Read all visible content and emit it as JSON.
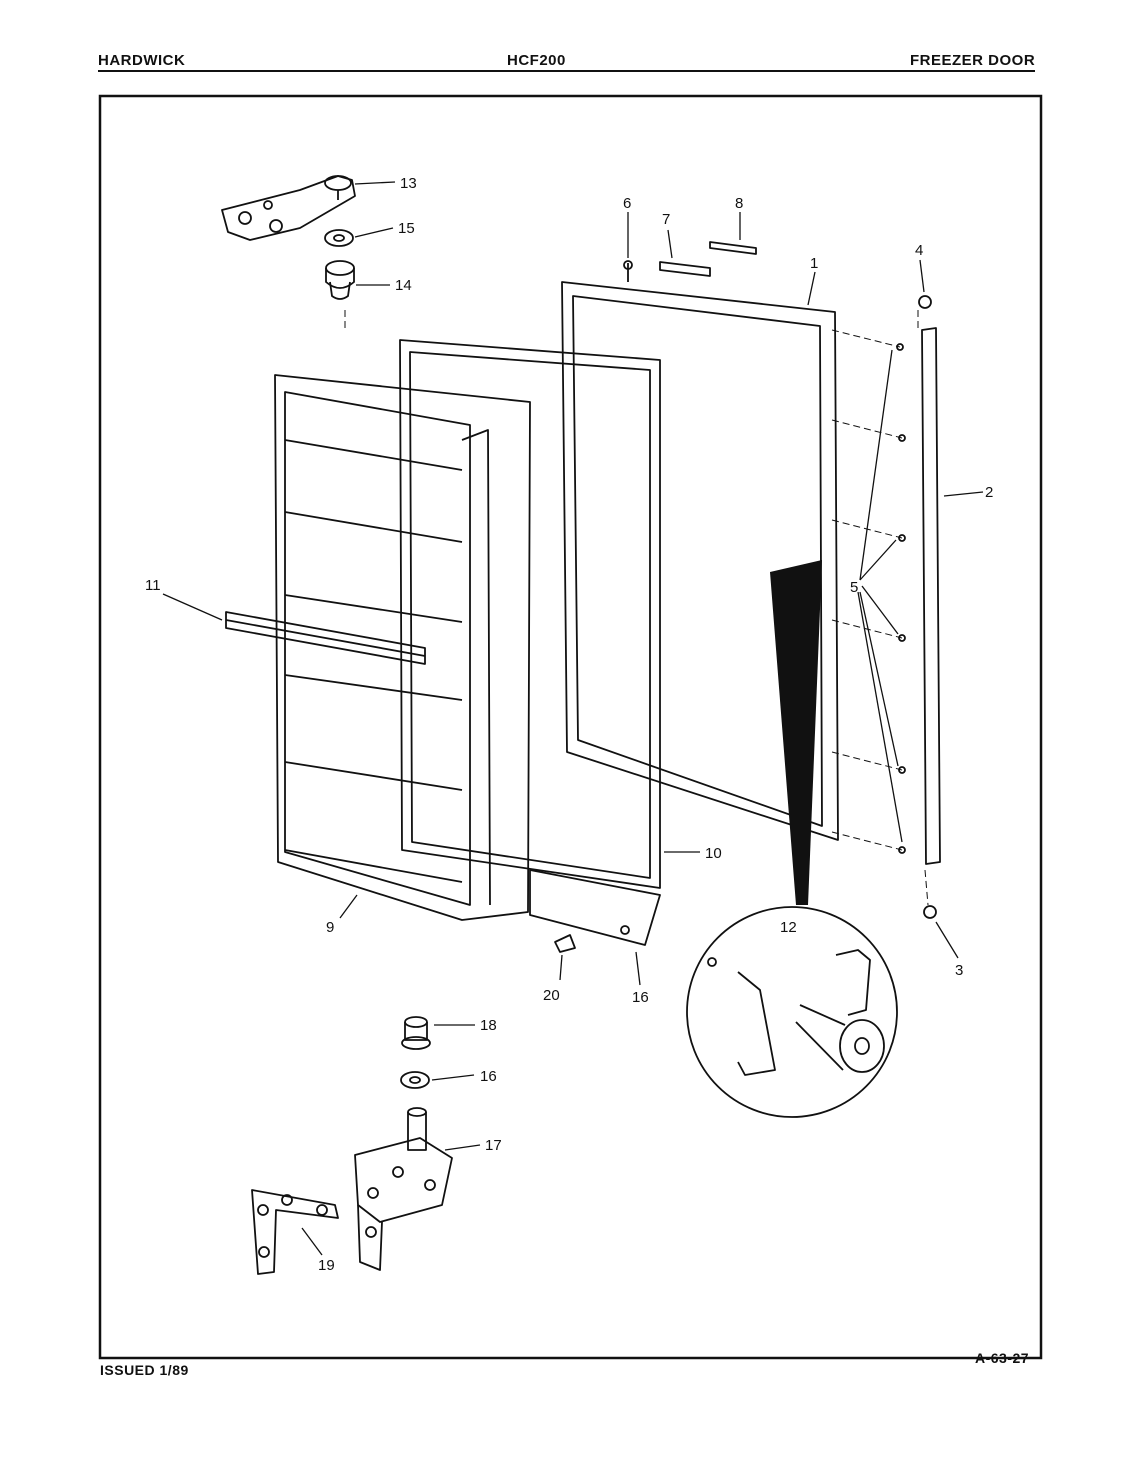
{
  "header": {
    "brand": "HARDWICK",
    "model": "HCF200",
    "section": "FREEZER DOOR"
  },
  "footer": {
    "issued": "ISSUED 1/89",
    "page_code": "A-63-27"
  },
  "callouts": [
    "1",
    "2",
    "3",
    "4",
    "5",
    "6",
    "7",
    "8",
    "9",
    "10",
    "11",
    "12",
    "13",
    "14",
    "15",
    "16",
    "16",
    "17",
    "18",
    "19",
    "20"
  ]
}
